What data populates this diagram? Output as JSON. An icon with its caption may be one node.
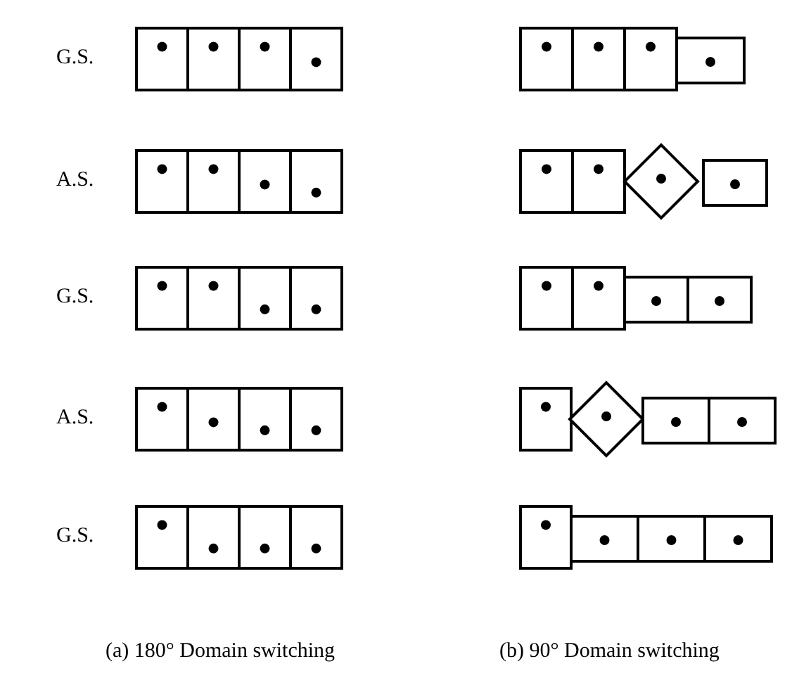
{
  "diagram": {
    "labels": [
      "G.S.",
      "A.S.",
      "G.S.",
      "A.S.",
      "G.S.",
      "(a) 180° Domain switching",
      "(b) 90° Domain switching"
    ]
  }
}
